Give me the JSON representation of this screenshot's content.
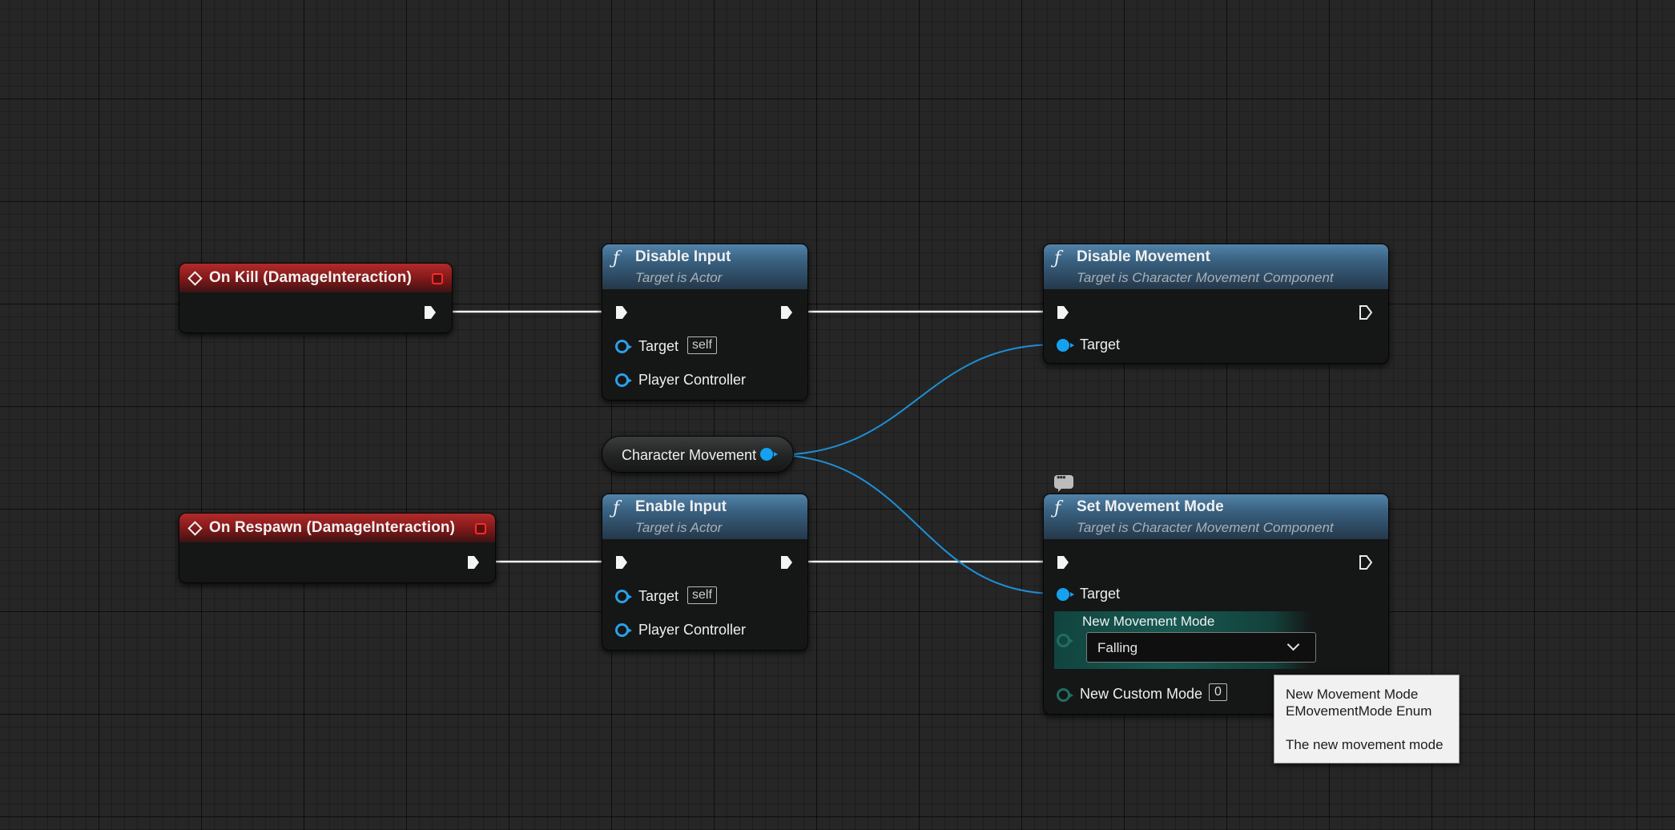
{
  "events": [
    {
      "title": "On Kill (DamageInteraction)"
    },
    {
      "title": "On Respawn (DamageInteraction)"
    }
  ],
  "functions": {
    "disable_input": {
      "title": "Disable Input",
      "subtitle": "Target is Actor",
      "target_label": "Target",
      "target_default": "self",
      "controller_label": "Player Controller"
    },
    "enable_input": {
      "title": "Enable Input",
      "subtitle": "Target is Actor",
      "target_label": "Target",
      "target_default": "self",
      "controller_label": "Player Controller"
    },
    "disable_movement": {
      "title": "Disable Movement",
      "subtitle": "Target is Character Movement Component",
      "target_label": "Target"
    },
    "set_movement_mode": {
      "title": "Set Movement Mode",
      "subtitle": "Target is Character Movement Component",
      "target_label": "Target",
      "mode_label": "New Movement Mode",
      "mode_value": "Falling",
      "custom_mode_label": "New Custom Mode",
      "custom_mode_value": "0"
    }
  },
  "variable": {
    "label": "Character Movement"
  },
  "tooltip": {
    "line1": "New Movement Mode",
    "line2": "EMovementMode Enum",
    "line3": "The new movement mode"
  },
  "icons": [
    "event-diamond-icon",
    "stop-icon",
    "function-icon",
    "exec-pin-icon",
    "object-pin-icon",
    "chevron-down-icon",
    "comment-bubble-icon"
  ],
  "colors": {
    "event_header": "#b22a2a",
    "function_header": "#3a6282",
    "object_pin": "#14a2f0",
    "enum_pin": "#1f6e63",
    "exec_wire": "#ffffff",
    "object_wire": "#1e8fd6",
    "graph_background": "#262626"
  }
}
